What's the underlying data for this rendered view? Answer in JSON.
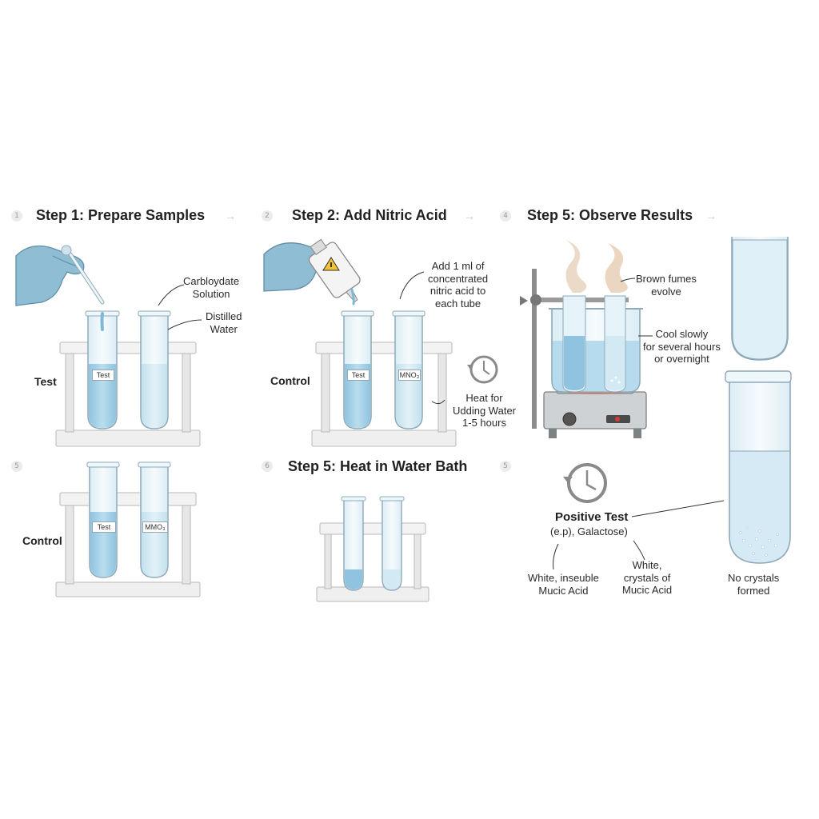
{
  "steps": {
    "s1": {
      "number": "1",
      "title": "Step 1: Prepare Samples"
    },
    "s2": {
      "number": "2",
      "title": "Step 2: Add Nitric Acid"
    },
    "s3": {
      "number": "4",
      "title": "Step 5: Observe Results"
    },
    "s4": {
      "number": "5",
      "title": ""
    },
    "s5": {
      "number": "6",
      "title": "Step 5: Heat in Water Bath"
    },
    "s6": {
      "number": "5",
      "title": ""
    }
  },
  "arrow_glyph": "→",
  "panel1": {
    "side_label": "Test",
    "callout_solution": "Carbloydate\nSolution",
    "callout_water": "Distilled\nWater",
    "tube_label": "Test"
  },
  "panel2": {
    "side_label": "Control",
    "callout_add": "Add 1 ml of\nconcentrated\nnitric acid to\neach tube",
    "callout_heat": "Heat for\nUdding Water\n1-5 hours",
    "tube_label_a": "Test",
    "tube_label_b": "MNO₃"
  },
  "panel3": {
    "callout_fumes": "Brown fumes\nevolve",
    "callout_cool": "Cool slowly\nfor several hours\nor overnight"
  },
  "panel4": {
    "side_label": "Control",
    "tube_label_a": "Test",
    "tube_label_b": "MMO₃"
  },
  "panel6": {
    "positive_title": "Positive Test",
    "positive_sub": "(e.p), Galactose)",
    "callout_white": "White, inseuble\nMucic Acid",
    "callout_crystals": "White,\ncrystals of\nMucic Acid",
    "callout_none": "No crystals\nformed"
  },
  "icons": [
    "clock-icon",
    "hazard-icon",
    "gloved-hand-icon",
    "test-tube-rack-icon",
    "hot-plate-icon",
    "beaker-icon",
    "flame-fumes-icon"
  ],
  "colors": {
    "liquid": "#a9d4ea",
    "glass": "#e3f1f8",
    "outline": "#8fa9b8",
    "rack": "#ececec",
    "glove": "#8fbdd3"
  }
}
